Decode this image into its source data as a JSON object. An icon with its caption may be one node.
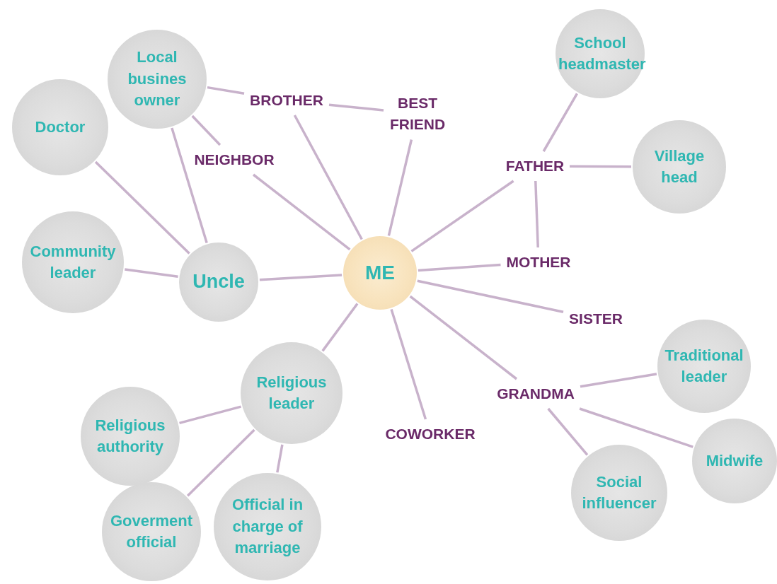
{
  "diagram": {
    "nodes": [
      {
        "text": [
          "ME"
        ]
      },
      {
        "text": [
          "Local busines owner"
        ]
      },
      {
        "text": [
          "Doctor"
        ]
      },
      {
        "text": [
          "BROTHER"
        ]
      },
      {
        "text": [
          "BEST FRIEND"
        ]
      },
      {
        "text": [
          "NEIGHBOR"
        ]
      },
      {
        "text": [
          "School headmaster"
        ]
      },
      {
        "text": [
          "FATHER"
        ]
      },
      {
        "text": [
          "Village head"
        ]
      },
      {
        "text": [
          "Community leader"
        ]
      },
      {
        "text": [
          "Uncle"
        ]
      },
      {
        "text": [
          "MOTHER"
        ]
      },
      {
        "text": [
          "SISTER"
        ]
      },
      {
        "text": [
          "Traditional leader"
        ]
      },
      {
        "text": [
          "Religious leader"
        ]
      },
      {
        "text": [
          "GRANDMA"
        ]
      },
      {
        "text": [
          "Religious authority"
        ]
      },
      {
        "text": [
          "COWORKER"
        ]
      },
      {
        "text": [
          "Midwife"
        ]
      },
      {
        "text": [
          "Social influencer"
        ]
      },
      {
        "text": [
          "Goverment official"
        ]
      },
      {
        "text": [
          "Official in charge of marriage"
        ]
      }
    ],
    "edges": [
      {
        "from": 1,
        "to": 3,
        "arrow": "none"
      },
      {
        "from": 3,
        "to": 4,
        "arrow": "none"
      },
      {
        "from": 3,
        "to": 0,
        "arrow": "none"
      },
      {
        "from": 4,
        "to": 0,
        "arrow": "none"
      },
      {
        "from": 1,
        "to": 5,
        "arrow": "none"
      },
      {
        "from": 5,
        "to": 0,
        "arrow": "none"
      },
      {
        "from": 1,
        "to": 10,
        "arrow": "none"
      },
      {
        "from": 2,
        "to": 10,
        "arrow": "none"
      },
      {
        "from": 9,
        "to": 10,
        "arrow": "none"
      },
      {
        "from": 10,
        "to": 0,
        "arrow": "none"
      },
      {
        "from": 6,
        "to": 7,
        "arrow": "none"
      },
      {
        "from": 7,
        "to": 8,
        "arrow": "none"
      },
      {
        "from": 7,
        "to": 0,
        "arrow": "none"
      },
      {
        "from": 7,
        "to": 11,
        "arrow": "none"
      },
      {
        "from": 0,
        "to": 11,
        "arrow": "none"
      },
      {
        "from": 0,
        "to": 12,
        "arrow": "none"
      },
      {
        "from": 0,
        "to": 15,
        "arrow": "none"
      },
      {
        "from": 0,
        "to": 17,
        "arrow": "none"
      },
      {
        "from": 0,
        "to": 14,
        "arrow": "none"
      },
      {
        "from": 15,
        "to": 13,
        "arrow": "none"
      },
      {
        "from": 15,
        "to": 18,
        "arrow": "none"
      },
      {
        "from": 15,
        "to": 19,
        "arrow": "none"
      },
      {
        "from": 14,
        "to": 16,
        "arrow": "none"
      },
      {
        "from": 14,
        "to": 20,
        "arrow": "none"
      },
      {
        "from": 14,
        "to": 21,
        "arrow": "none"
      }
    ]
  }
}
